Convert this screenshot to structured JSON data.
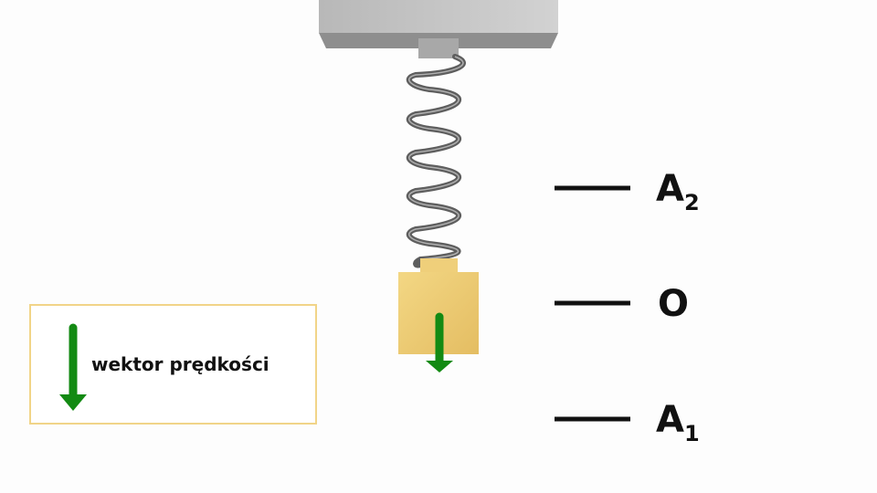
{
  "labels": {
    "a2": "A",
    "a2_sub": "2",
    "o": "O",
    "a1": "A",
    "a1_sub": "1"
  },
  "legend": {
    "text": "wektor prędkości",
    "icon": "green-down-arrow"
  },
  "colors": {
    "mass": "#eac46a",
    "arrow": "#138a13",
    "frame": "#f1d488",
    "ceiling": "#c4c4c4",
    "spring": "#666666"
  }
}
